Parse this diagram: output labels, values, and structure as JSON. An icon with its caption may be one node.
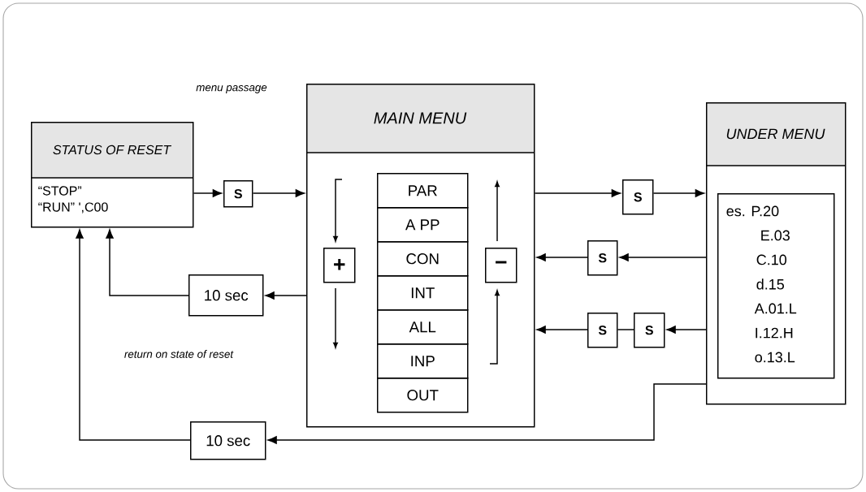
{
  "diagram": {
    "nodes": [
      {
        "text": [
          "STATUS OF RESET",
          "“STOP”",
          "“RUN” ',C00"
        ]
      },
      {
        "text": [
          "S"
        ]
      },
      {
        "text": [
          "MAIN MENU"
        ]
      },
      {
        "text": [
          "PAR"
        ],
        "in": 2
      },
      {
        "text": [
          "A PP"
        ],
        "in": 2
      },
      {
        "text": [
          "CON"
        ],
        "in": 2
      },
      {
        "text": [
          "INT"
        ],
        "in": 2
      },
      {
        "text": [
          "ALL"
        ],
        "in": 2
      },
      {
        "text": [
          "INP"
        ],
        "in": 2
      },
      {
        "text": [
          "OUT"
        ],
        "in": 2
      },
      {
        "text": [
          "+"
        ],
        "in": 2
      },
      {
        "text": [
          "−"
        ],
        "in": 2
      },
      {
        "text": [
          "UNDER MENU"
        ]
      },
      {
        "text": [
          "es. P.20",
          "E.03",
          "C.10",
          "d.15",
          "A.01.L",
          "I.12.H",
          "o.13.L"
        ],
        "in": 12
      },
      {
        "text": [
          "S"
        ]
      },
      {
        "text": [
          "S"
        ]
      },
      {
        "text": [
          "S"
        ]
      },
      {
        "text": [
          "S"
        ]
      },
      {
        "text": [
          "10 sec"
        ]
      },
      {
        "text": [
          "10 sec"
        ]
      }
    ],
    "edges": [
      {
        "from": 0,
        "to": 1,
        "arrow": "to"
      },
      {
        "from": 1,
        "to": 2,
        "arrow": "to"
      },
      {
        "from": 2,
        "to": 14,
        "arrow": "to"
      },
      {
        "from": 14,
        "to": 12,
        "arrow": "to"
      },
      {
        "from": 12,
        "to": 15,
        "arrow": "to"
      },
      {
        "from": 15,
        "to": 2,
        "arrow": "to"
      },
      {
        "from": 12,
        "to": 17,
        "arrow": "to"
      },
      {
        "from": 17,
        "to": 16,
        "arrow": "none"
      },
      {
        "from": 16,
        "to": 2,
        "arrow": "to"
      },
      {
        "from": 2,
        "to": 18,
        "arrow": "to"
      },
      {
        "from": 18,
        "to": 0,
        "arrow": "to"
      },
      {
        "from": 12,
        "to": 19,
        "arrow": "to"
      },
      {
        "from": 19,
        "to": 0,
        "arrow": "to"
      }
    ],
    "labels": [
      "menu passage",
      "return on state of reset"
    ]
  }
}
